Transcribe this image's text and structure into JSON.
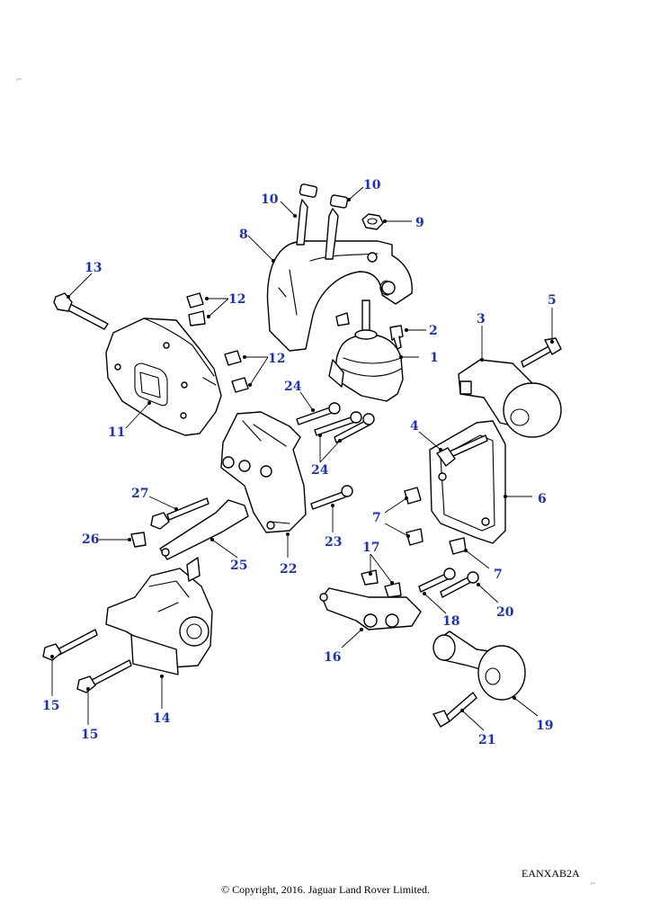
{
  "diagram": {
    "reference_code": "EANXAB2A",
    "copyright": "© Copyright, 2016. Jaguar Land Rover Limited.",
    "callouts": [
      "1",
      "2",
      "3",
      "4",
      "5",
      "6",
      "7",
      "7",
      "8",
      "9",
      "10",
      "10",
      "11",
      "12",
      "12",
      "13",
      "14",
      "15",
      "15",
      "16",
      "17",
      "18",
      "19",
      "20",
      "21",
      "22",
      "23",
      "24",
      "24",
      "25",
      "26",
      "27"
    ]
  },
  "colors": {
    "callout": "#1a2fc8",
    "line": "#000000"
  }
}
